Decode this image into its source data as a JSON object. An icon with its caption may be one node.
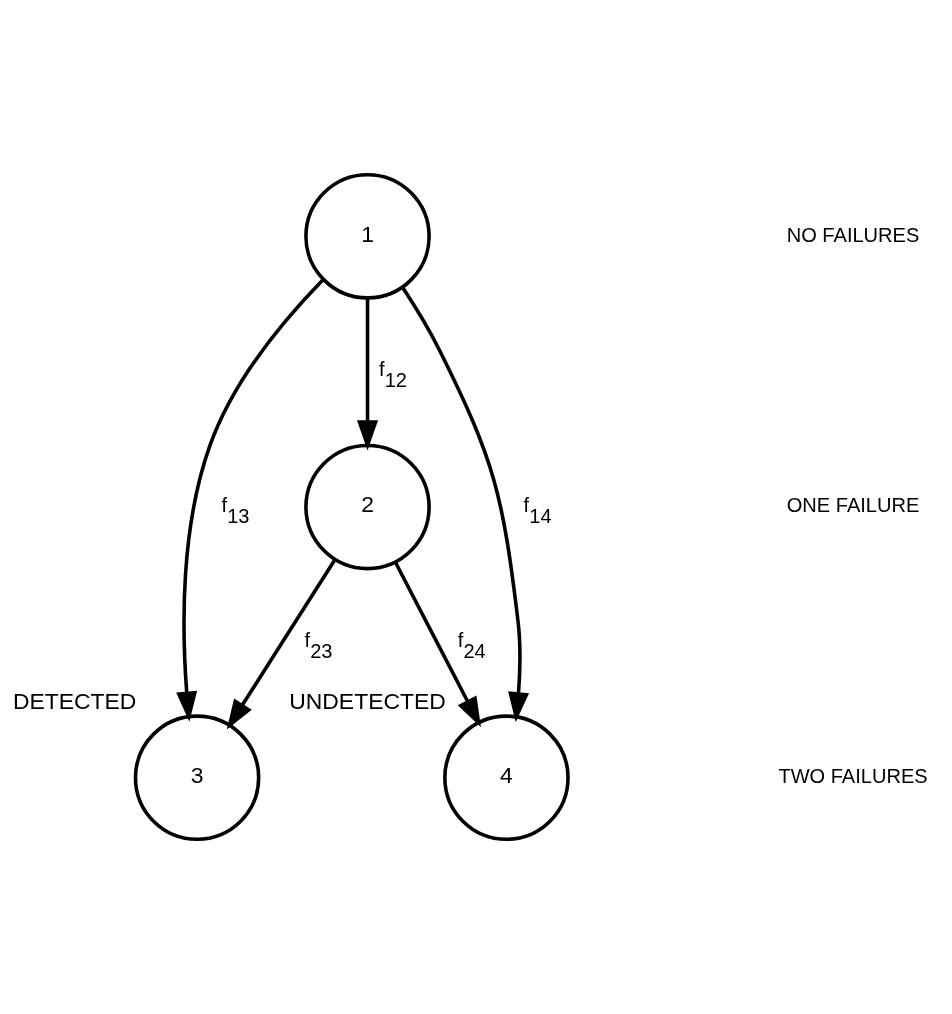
{
  "diagram": {
    "nodes": [
      {
        "text": [
          "1"
        ]
      },
      {
        "text": [
          "2"
        ]
      },
      {
        "text": [
          "3"
        ],
        "beside": [
          "DETECTED"
        ]
      },
      {
        "text": [
          "4"
        ],
        "beside": [
          "UNDETECTED"
        ]
      }
    ],
    "edges": [
      {
        "from": 0,
        "to": 1,
        "arrow": "to",
        "label": "f$_{12}$"
      },
      {
        "from": 0,
        "to": 2,
        "arrow": "to",
        "label": "f$_{13}$"
      },
      {
        "from": 0,
        "to": 3,
        "arrow": "to",
        "label": "f$_{14}$"
      },
      {
        "from": 1,
        "to": 2,
        "arrow": "to",
        "label": "f$_{23}$"
      },
      {
        "from": 1,
        "to": 3,
        "arrow": "to",
        "label": "f$_{24}$"
      }
    ],
    "labels": [
      "NO FAILURES",
      "ONE FAILURE",
      "TWO FAILURES"
    ]
  }
}
